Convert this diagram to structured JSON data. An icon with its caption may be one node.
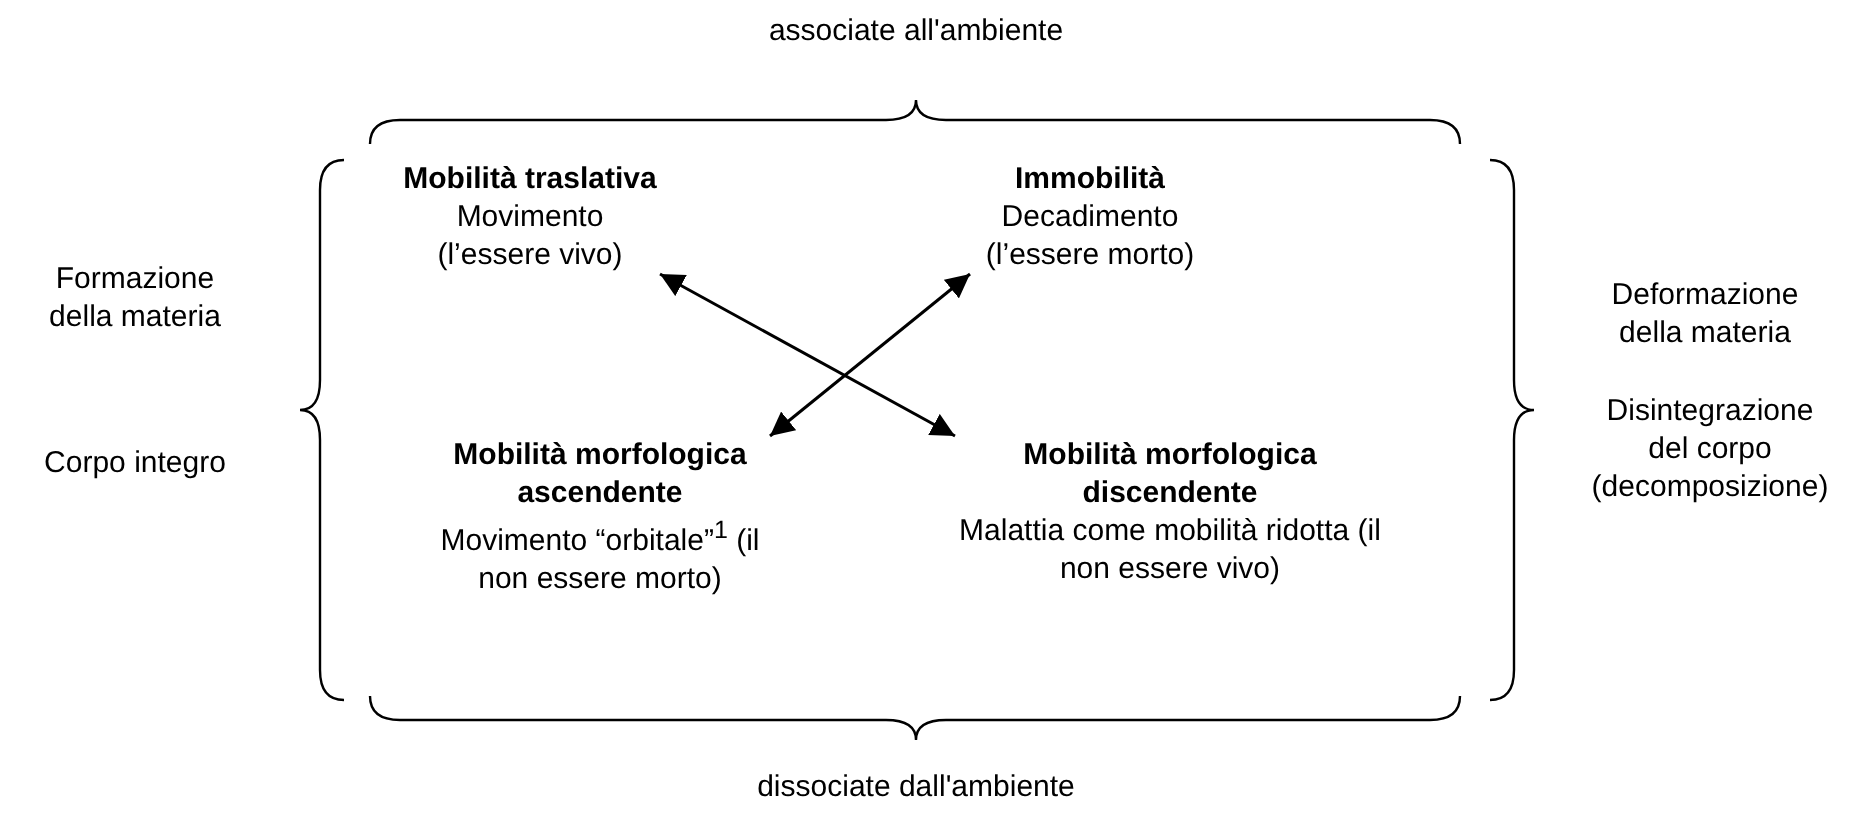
{
  "diagram": {
    "nodes": [
      {
        "text": [
          "Mobilità traslativa",
          "Movimento (l’essere vivo)"
        ]
      },
      {
        "text": [
          "Immobilità",
          "Decadimento (l’essere morto)"
        ]
      },
      {
        "text": [
          "Mobilità morfologica ascendente",
          "Movimento “orbitale”$^{1}$ (il non essere morto)"
        ]
      },
      {
        "text": [
          "Mobilità morfologica discendente",
          "Malattia come mobilità ridotta (il non essere vivo)"
        ]
      }
    ],
    "edges": [
      {
        "from": 0,
        "to": 3,
        "arrow": "both"
      },
      {
        "from": 1,
        "to": 2,
        "arrow": "both"
      }
    ],
    "labels": [
      "associate all'ambiente",
      "Formazione della materia",
      "Deformazione della materia",
      "Corpo integro",
      "Disintegrazione del corpo (decomposizione)",
      "dissociate dall'ambiente"
    ]
  }
}
